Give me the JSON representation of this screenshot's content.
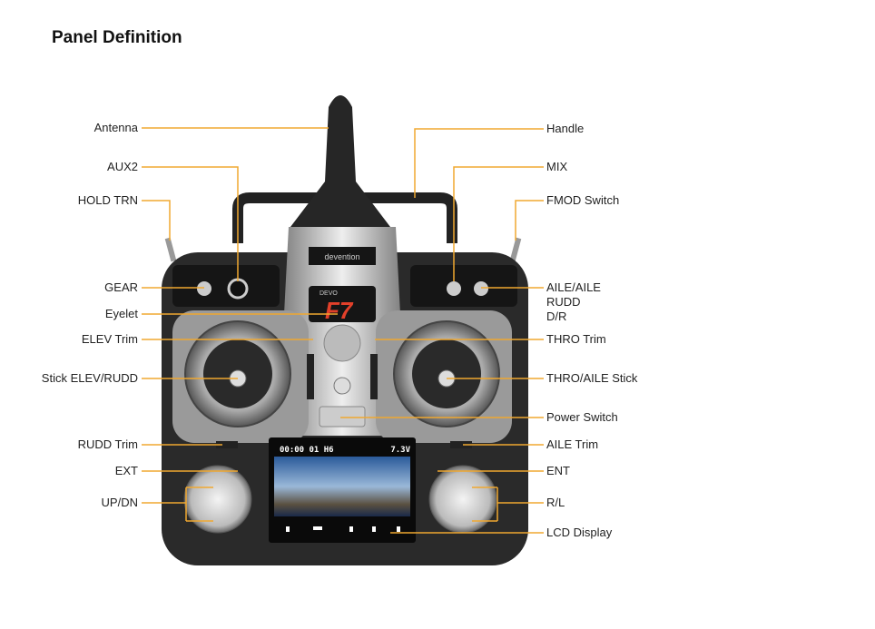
{
  "title": "Panel Definition",
  "device": {
    "brand": "devention",
    "model_prefix": "DEVO",
    "model": "F7"
  },
  "lcd": {
    "timer": "00:00 01 H6",
    "voltage": "7.3V"
  },
  "labels_left": [
    {
      "id": "antenna",
      "text": "Antenna"
    },
    {
      "id": "aux2",
      "text": "AUX2"
    },
    {
      "id": "hold-trn",
      "text": "HOLD TRN"
    },
    {
      "id": "gear",
      "text": "GEAR"
    },
    {
      "id": "eyelet",
      "text": "Eyelet"
    },
    {
      "id": "elev-trim",
      "text": "ELEV Trim"
    },
    {
      "id": "stick-elev-rudd",
      "text": "Stick ELEV/RUDD"
    },
    {
      "id": "rudd-trim",
      "text": "RUDD Trim"
    },
    {
      "id": "ext",
      "text": "EXT"
    },
    {
      "id": "up-dn",
      "text": "UP/DN"
    }
  ],
  "labels_right": [
    {
      "id": "handle",
      "text": "Handle"
    },
    {
      "id": "mix",
      "text": "MIX"
    },
    {
      "id": "fmod-switch",
      "text": "FMOD Switch"
    },
    {
      "id": "aile-rudd-dr",
      "text": "AILE/AILE\nRUDD\nD/R"
    },
    {
      "id": "thro-trim",
      "text": "THRO Trim"
    },
    {
      "id": "thro-aile-stick",
      "text": "THRO/AILE Stick"
    },
    {
      "id": "power-switch",
      "text": "Power Switch"
    },
    {
      "id": "aile-trim",
      "text": "AILE Trim"
    },
    {
      "id": "ent",
      "text": "ENT"
    },
    {
      "id": "r-l",
      "text": "R/L"
    },
    {
      "id": "lcd-display",
      "text": "LCD Display"
    }
  ],
  "colors": {
    "leader": "#f0a830",
    "body": "#2a2a2a",
    "accent": "#e2402a"
  }
}
